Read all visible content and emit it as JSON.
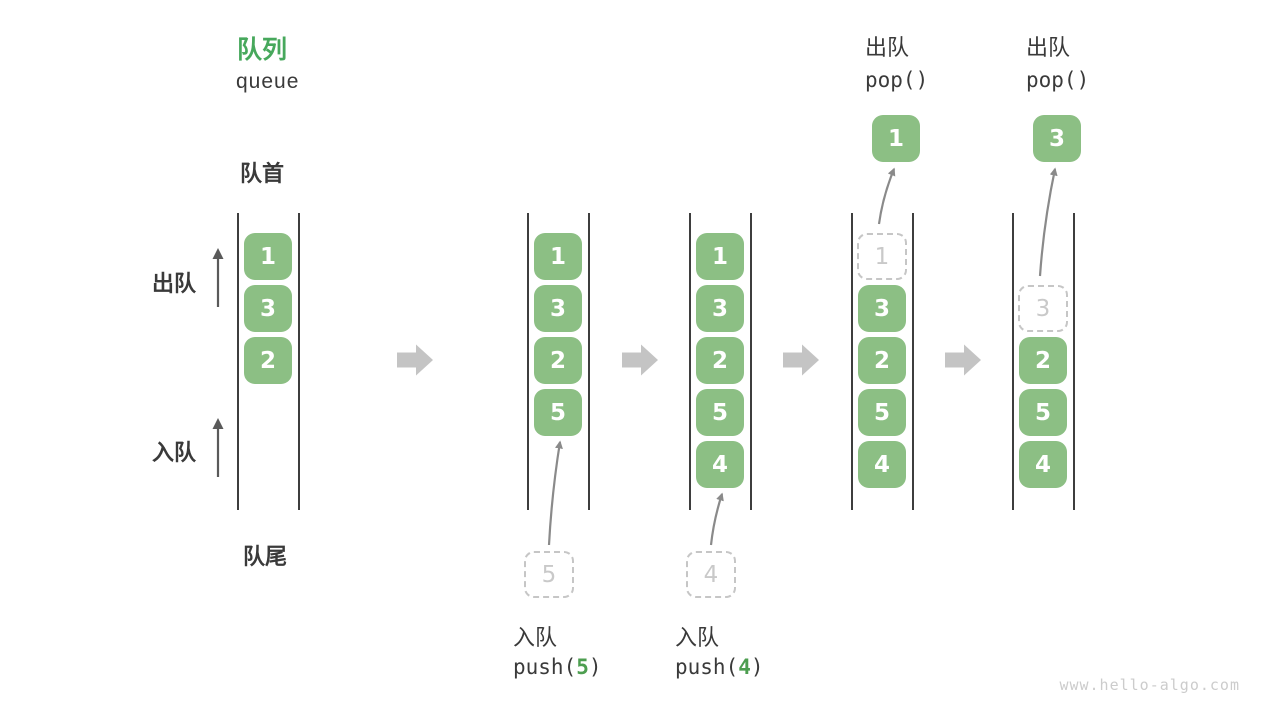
{
  "title": {
    "zh": "队列",
    "en": "queue"
  },
  "side_labels": {
    "front": "队首",
    "rear": "队尾",
    "dequeue": "出队",
    "enqueue": "入队"
  },
  "watermark": "www.hello-algo.com",
  "colors": {
    "box_green": "#8cbf84",
    "title_green": "#47a85c",
    "code_accent_green": "#4d9e50",
    "ghost_gray": "#c6c6c6",
    "arrow_gray": "#8a8a8a",
    "block_arrow_gray": "#c4c4c4"
  },
  "stages": [
    {
      "slots": [
        {
          "v": "1"
        },
        {
          "v": "3"
        },
        {
          "v": "2"
        },
        null,
        null
      ]
    },
    {
      "slots": [
        {
          "v": "1"
        },
        {
          "v": "3"
        },
        {
          "v": "2"
        },
        {
          "v": "5"
        },
        null
      ],
      "op": {
        "kind": "enqueue",
        "label": "入队",
        "code_pre": "push(",
        "code_num": "5",
        "code_post": ")",
        "value": "5"
      }
    },
    {
      "slots": [
        {
          "v": "1"
        },
        {
          "v": "3"
        },
        {
          "v": "2"
        },
        {
          "v": "5"
        },
        {
          "v": "4"
        }
      ],
      "op": {
        "kind": "enqueue",
        "label": "入队",
        "code_pre": "push(",
        "code_num": "4",
        "code_post": ")",
        "value": "4"
      }
    },
    {
      "slots": [
        {
          "v": "1",
          "ghost": true
        },
        {
          "v": "3"
        },
        {
          "v": "2"
        },
        {
          "v": "5"
        },
        {
          "v": "4"
        }
      ],
      "op": {
        "kind": "dequeue",
        "label": "出队",
        "code_pre": "pop(",
        "code_num": "",
        "code_post": ")",
        "value": "1"
      }
    },
    {
      "slots": [
        null,
        {
          "v": "3",
          "ghost": true
        },
        {
          "v": "2"
        },
        {
          "v": "5"
        },
        {
          "v": "4"
        }
      ],
      "op": {
        "kind": "dequeue",
        "label": "出队",
        "code_pre": "pop(",
        "code_num": "",
        "code_post": ")",
        "value": "3"
      }
    }
  ]
}
